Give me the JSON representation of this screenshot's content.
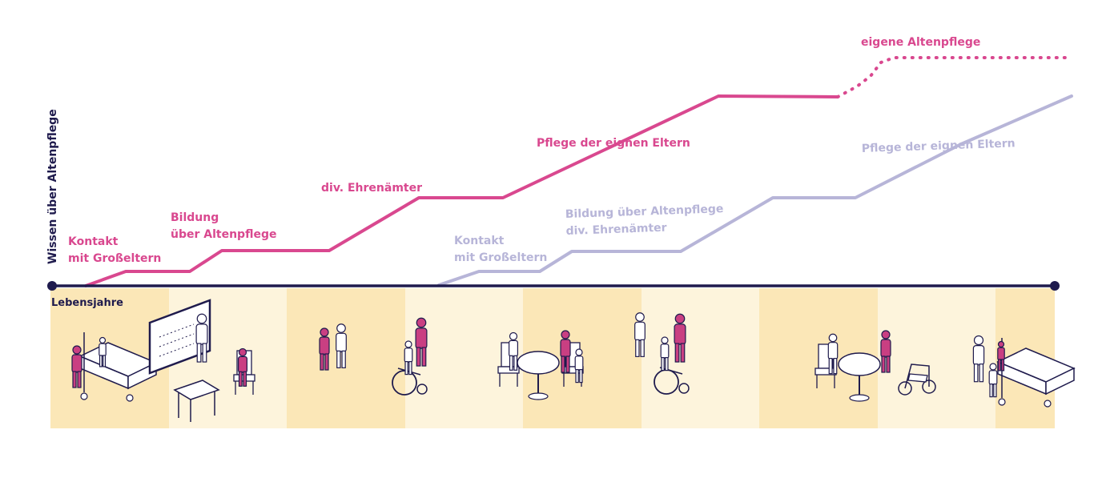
{
  "y_axis_label": "Wissen über Altenpflege",
  "x_axis_label": "Lebensjahre",
  "colors": {
    "axis": "#1f1b4d",
    "primary": "#d9488f",
    "secondary": "#b7b5d8",
    "band_dark": "#fbe7b7",
    "band_light": "#fdf4dc",
    "figure_outline": "#1f1b4d",
    "figure_accent": "#c93f82",
    "figure_fill": "#ffffff"
  },
  "curves": [
    {
      "name": "primary",
      "color_key": "primary",
      "labels": [
        {
          "lines": [
            "Kontakt",
            "mit Großeltern"
          ]
        },
        {
          "lines": [
            "Bildung",
            "über Altenpflege"
          ]
        },
        {
          "lines": [
            "div. Ehrenämter"
          ]
        },
        {
          "lines": [
            "Pflege der eignen Eltern"
          ]
        },
        {
          "lines": [
            "eigene Altenpflege"
          ]
        }
      ]
    },
    {
      "name": "secondary",
      "color_key": "secondary",
      "labels": [
        {
          "lines": [
            "Kontakt",
            "mit Großeltern"
          ]
        },
        {
          "lines": [
            "Bildung über Altenpflege",
            "div. Ehrenämter"
          ]
        },
        {
          "lines": [
            "Pflege der eignen Eltern"
          ]
        }
      ]
    }
  ],
  "life_phases": [
    {
      "scene": "hospital-bed-visit-icon"
    },
    {
      "scene": "classroom-icon"
    },
    {
      "scene": "volunteer-couple-icon"
    },
    {
      "scene": "wheelchair-assist-icon"
    },
    {
      "scene": "table-conversation-icon"
    },
    {
      "scene": "family-wheelchair-icon"
    },
    {
      "scene": "table-care-icon"
    },
    {
      "scene": "hospital-bed-care-icon"
    }
  ]
}
